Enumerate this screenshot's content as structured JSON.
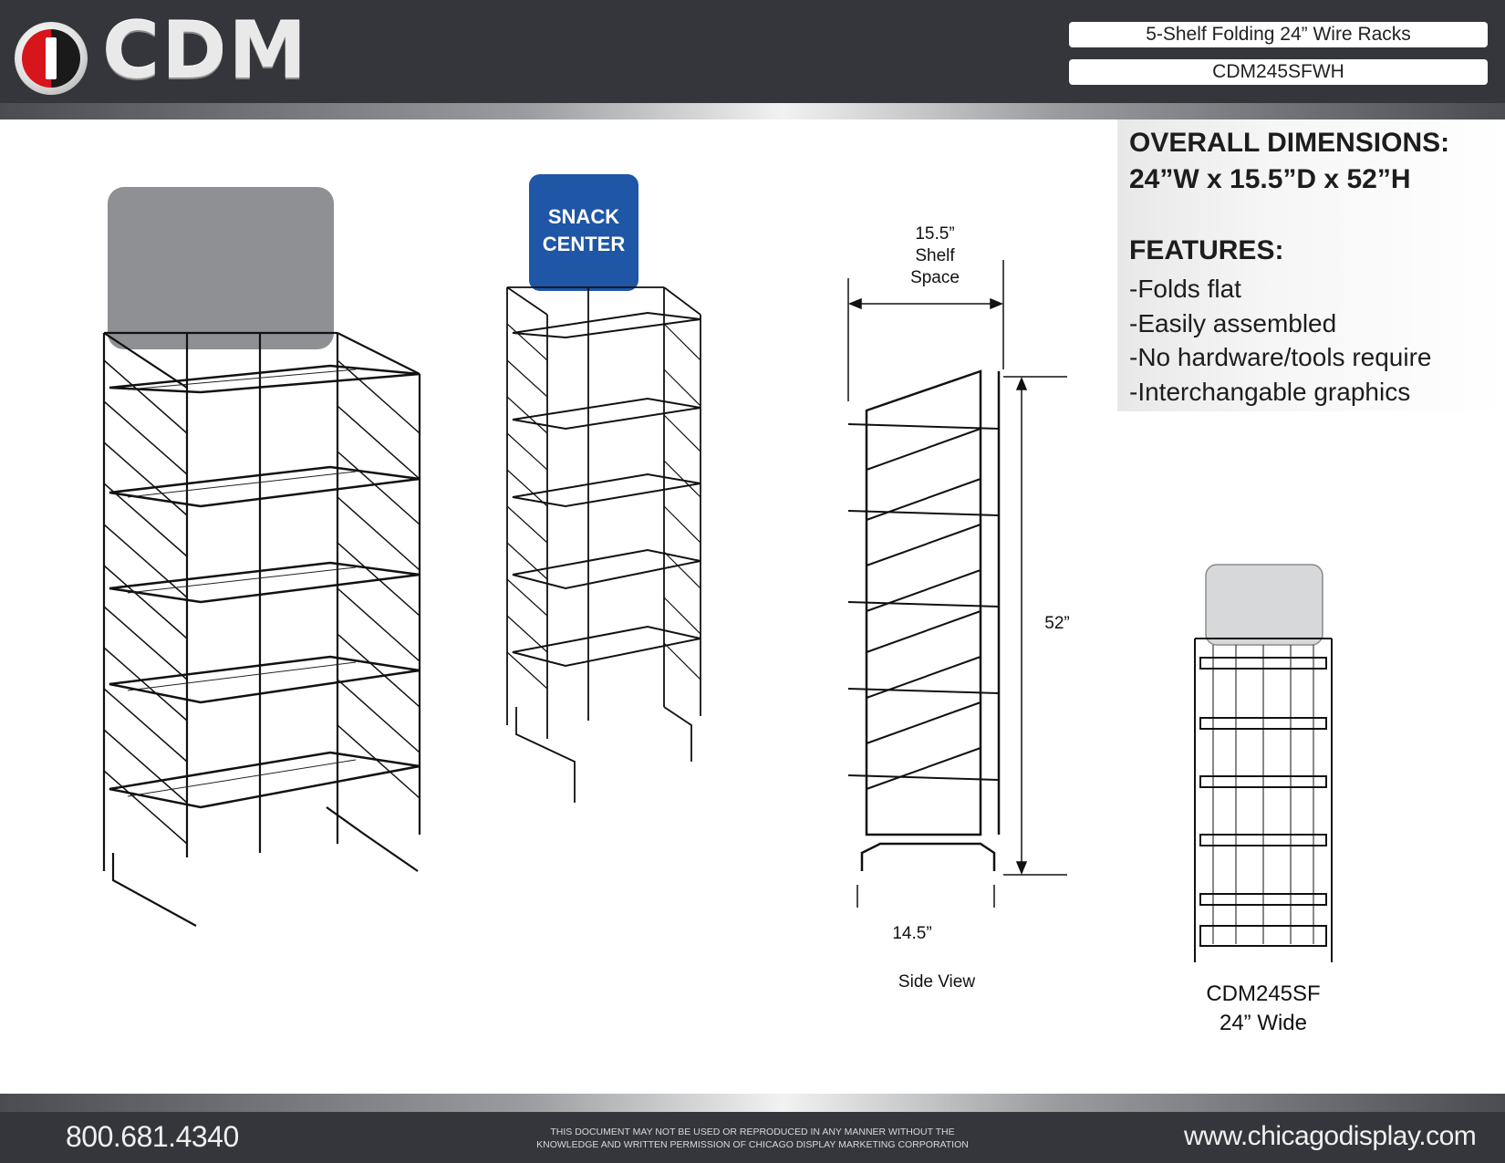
{
  "header": {
    "logo_text": "CDM",
    "product_title": "5-Shelf Folding 24” Wire Racks",
    "product_code": "CDM245SFWH"
  },
  "info": {
    "dimensions_heading": "OVERALL DIMENSIONS:",
    "dimensions_value": "24”W x 15.5”D x 52”H",
    "features_heading": "FEATURES:",
    "features": [
      "-Folds flat",
      "-Easily assembled",
      "-No hardware/tools require",
      "-Interchangable graphics"
    ]
  },
  "images": {
    "sign_text_line1": "SNACK",
    "sign_text_line2": "CENTER",
    "sign_color": "#1f56a6",
    "header_card_color": "#8e9093"
  },
  "side_view": {
    "depth_label_1": "15.5”",
    "depth_label_2": "Shelf",
    "depth_label_3": "Space",
    "height_label": "52”",
    "base_label": "14.5”",
    "caption": "Side View"
  },
  "front_view": {
    "model": "CDM245SF",
    "width_caption": "24” Wide"
  },
  "footer": {
    "phone": "800.681.4340",
    "legal_line1": "This document may not be used or reproduced in any manner without the",
    "legal_line2": "knowledge and written permission of Chicago Display Marketing Corporation",
    "website": "www.chicagodisplay.com"
  }
}
